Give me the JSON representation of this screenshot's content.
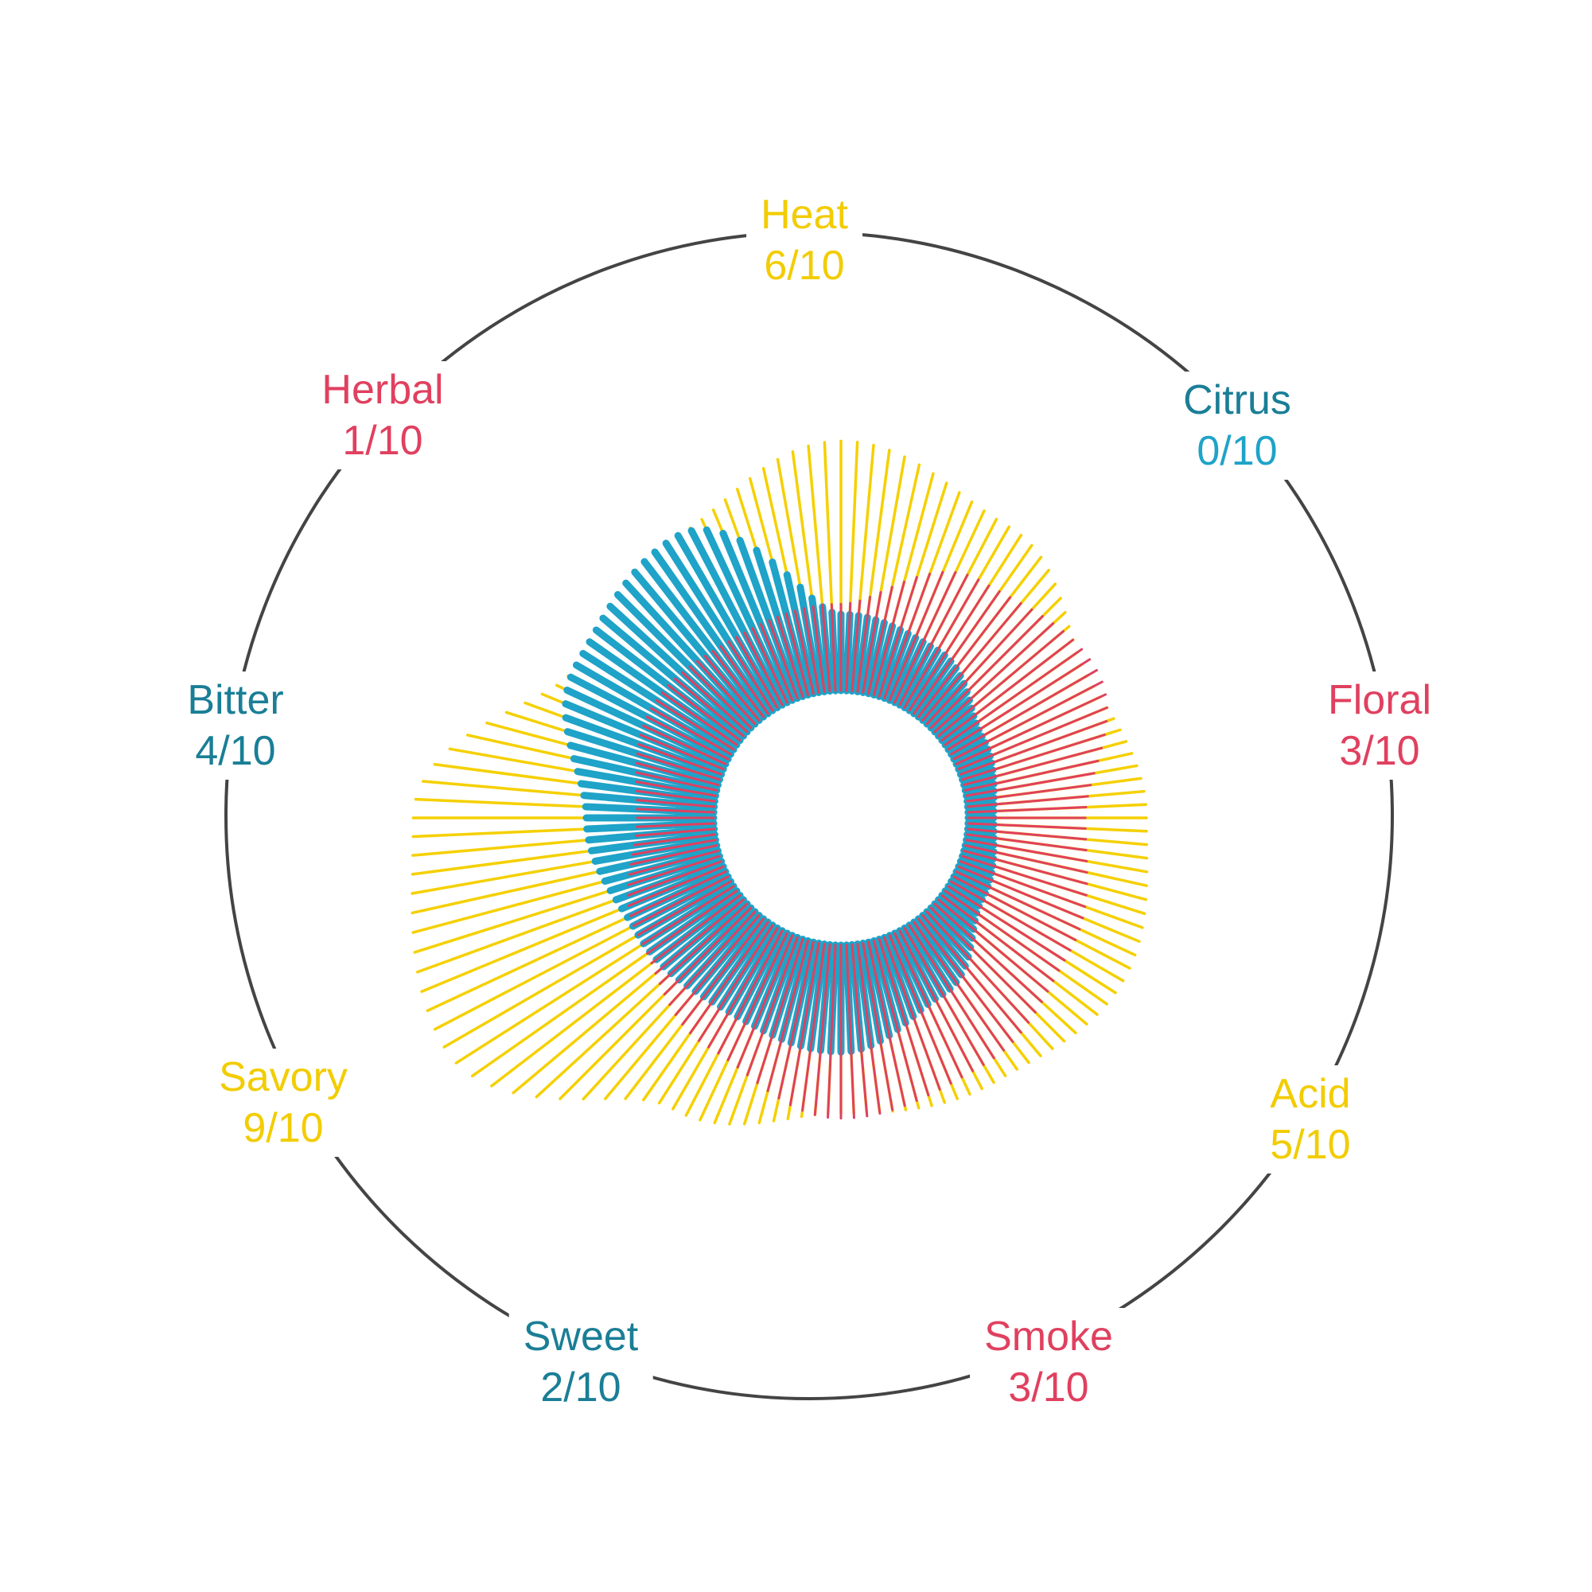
{
  "chart_data": {
    "type": "radial-spike",
    "title": "",
    "scale_max": 10,
    "categories": [
      "Heat",
      "Citrus",
      "Floral",
      "Acid",
      "Smoke",
      "Sweet",
      "Savory",
      "Bitter",
      "Herbal"
    ],
    "values": [
      6,
      0,
      3,
      5,
      3,
      2,
      9,
      4,
      1
    ],
    "labels": [
      {
        "name": "Heat",
        "score": "6/10",
        "color": "#F2CC00"
      },
      {
        "name": "Citrus",
        "score": "0/10",
        "color": "#1A7E96",
        "score_color": "#1FA3C8"
      },
      {
        "name": "Floral",
        "score": "3/10",
        "color": "#E0405F"
      },
      {
        "name": "Acid",
        "score": "5/10",
        "color": "#F2CC00"
      },
      {
        "name": "Smoke",
        "score": "3/10",
        "color": "#E0405F"
      },
      {
        "name": "Sweet",
        "score": "2/10",
        "color": "#1A7E96"
      },
      {
        "name": "Savory",
        "score": "9/10",
        "color": "#F2CC00"
      },
      {
        "name": "Bitter",
        "score": "4/10",
        "color": "#1A7E96"
      },
      {
        "name": "Herbal",
        "score": "1/10",
        "color": "#E0405F"
      }
    ],
    "series_colors": {
      "yellow": "#F5D000",
      "red": "#E0405F",
      "blue": "#1FA3C8",
      "ring": "#444444"
    }
  }
}
